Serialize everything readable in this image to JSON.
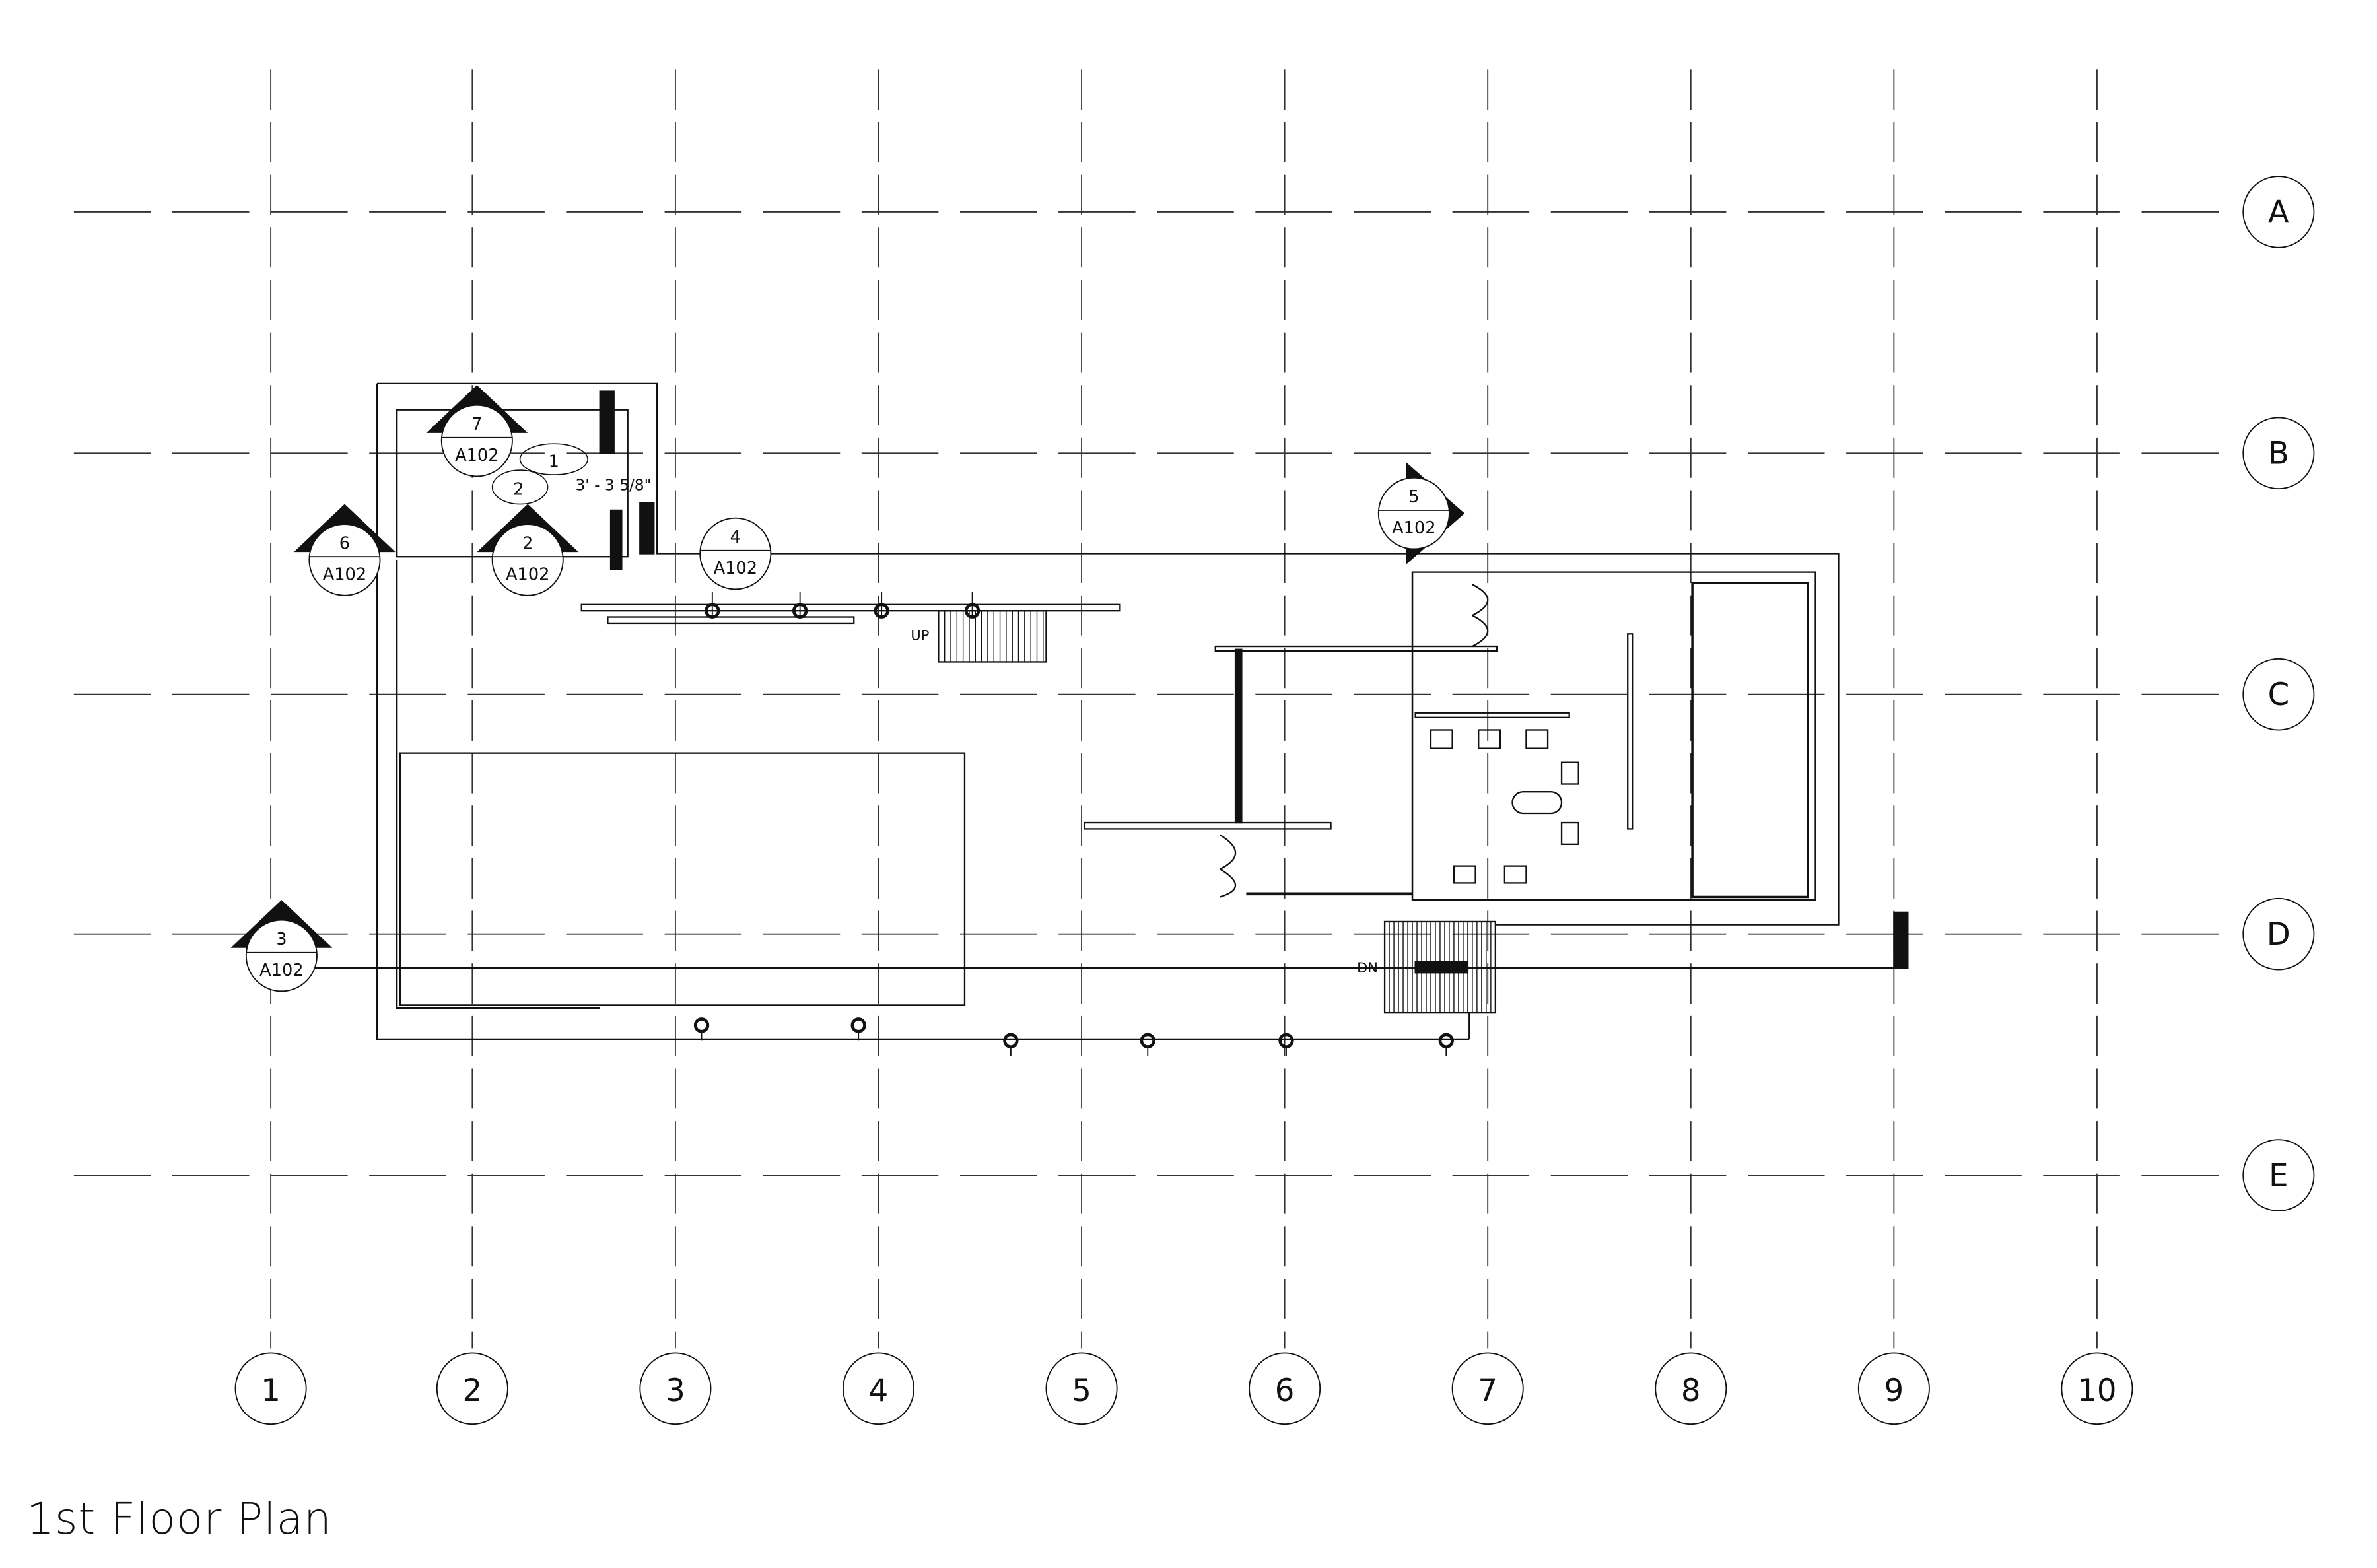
{
  "drawing": {
    "title": "1st Floor Plan",
    "grid_columns": [
      "1",
      "2",
      "3",
      "4",
      "5",
      "6",
      "7",
      "8",
      "9",
      "10"
    ],
    "grid_rows": [
      "A",
      "B",
      "C",
      "D",
      "E"
    ],
    "section_markers": [
      {
        "number": "7",
        "sheet": "A102"
      },
      {
        "number": "6",
        "sheet": "A102"
      },
      {
        "number": "2",
        "sheet": "A102"
      },
      {
        "number": "4",
        "sheet": "A102"
      },
      {
        "number": "5",
        "sheet": "A102"
      },
      {
        "number": "3",
        "sheet": "A102"
      }
    ],
    "room_tags": [
      "1",
      "2"
    ],
    "dimension": "3' - 3 5/8\"",
    "stair_up": "UP",
    "stair_down": "DN",
    "line_color": "#111111"
  }
}
